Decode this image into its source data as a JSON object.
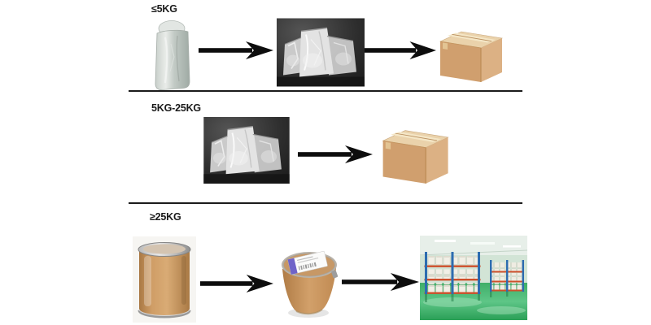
{
  "rows": [
    {
      "id": "small",
      "label": "≤5KG",
      "step_icons": [
        "aluminum-foil-bag",
        "vacuum-sealed-bags-photo",
        "carton-box"
      ]
    },
    {
      "id": "medium",
      "label": "5KG-25KG",
      "step_icons": [
        "vacuum-sealed-bags-photo",
        "carton-box"
      ]
    },
    {
      "id": "large",
      "label": "≥25KG",
      "step_icons": [
        "fiber-drum",
        "fiber-drum-with-shipping-label",
        "warehouse-photo"
      ]
    }
  ],
  "icons": {
    "arrow_right": "solid black right-pointing arrow"
  },
  "colors": {
    "background": "#ffffff",
    "divider": "#1b1b1b",
    "arrow": "#0d0d0d",
    "label_text": "#1a1a1a",
    "carton_front": "#d09f6e",
    "carton_side": "#dcb184",
    "carton_top": "#ead2ab",
    "foil_bag": "#c8cfca",
    "bags_photo_background": "#2e2e2e",
    "drum_body": "#cf9d66",
    "drum_rim_metal": "#b9b9b9",
    "shipping_label_strip": "#6f63c8",
    "warehouse_floor_green": "#3fae68",
    "rack_upright_blue": "#2d6cb0",
    "rack_beam_red": "#cf4f2b"
  }
}
